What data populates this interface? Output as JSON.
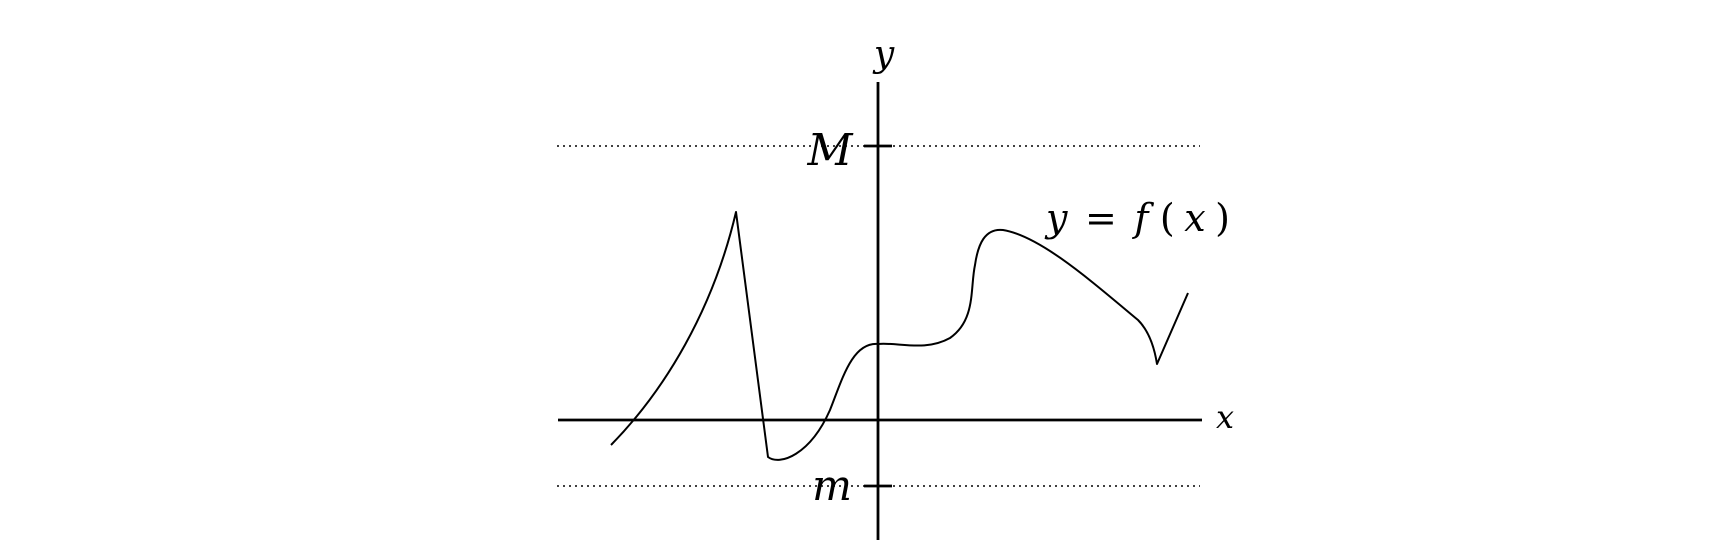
{
  "labels": {
    "y_axis": "y",
    "x_axis": "x",
    "upper_bound": "M",
    "lower_bound": "m",
    "curve_lhs": "y",
    "curve_eq": "=",
    "curve_f": "f",
    "curve_open": "(",
    "curve_x": "x",
    "curve_close": ")"
  }
}
